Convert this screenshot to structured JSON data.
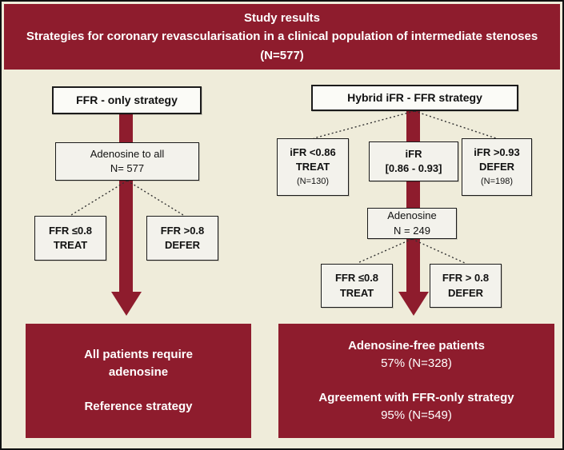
{
  "header": {
    "line1": "Study results",
    "line2": "Strategies for coronary revascularisation in a clinical population of intermediate stenoses",
    "line3": "(N=577)"
  },
  "left_branch": {
    "title": "FFR - only strategy",
    "adenosine": {
      "line1": "Adenosine to all",
      "line2": "N= 577"
    },
    "treat": {
      "line1": "FFR ≤0.8",
      "line2": "TREAT"
    },
    "defer": {
      "line1": "FFR >0.8",
      "line2": "DEFER"
    },
    "result": {
      "line1": "All patients require",
      "line2": "adenosine",
      "line3": "Reference strategy"
    }
  },
  "right_branch": {
    "title": "Hybrid iFR - FFR strategy",
    "ifr_treat": {
      "line1": "iFR <0.86",
      "line2": "TREAT",
      "line3": "(N=130)"
    },
    "ifr_mid": {
      "line1": "iFR",
      "line2": "[0.86 - 0.93]"
    },
    "ifr_defer": {
      "line1": "iFR >0.93",
      "line2": "DEFER",
      "line3": "(N=198)"
    },
    "adenosine": {
      "line1": "Adenosine",
      "line2": "N = 249"
    },
    "treat": {
      "line1": "FFR ≤0.8",
      "line2": "TREAT"
    },
    "defer": {
      "line1": "FFR > 0.8",
      "line2": "DEFER"
    },
    "result": {
      "line1": "Adenosine-free patients",
      "line2": "57% (N=328)",
      "line3": "Agreement with FFR-only strategy",
      "line4": "95% (N=549)"
    }
  },
  "colors": {
    "maroon": "#8e1c2d",
    "background": "#efecda",
    "box_bg": "#f3f2ec",
    "border": "#1b1b1b"
  }
}
